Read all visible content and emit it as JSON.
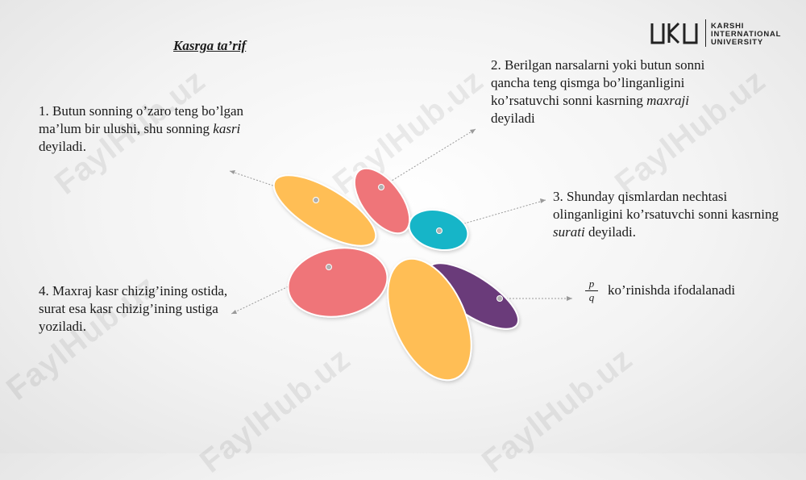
{
  "watermark": "FaylHub.uz",
  "logo": {
    "mark_text": "UKU",
    "lines": [
      "KARSHI",
      "INTERNATIONAL",
      "UNIVERSITY"
    ]
  },
  "title": "Kasrga ta’rif",
  "definitions": {
    "d1": {
      "pre": "1. Butun sonning o’zaro teng bo’lgan ma’lum bir ulushi, shu sonning ",
      "em": "kasri",
      "post": " deyiladi."
    },
    "d2": {
      "pre": "2. Berilgan narsalarni yoki butun sonni qancha teng qismga bo’linganligini ko’rsatuvchi sonni kasrning ",
      "em": "maxraji",
      "post": " deyiladi"
    },
    "d3": {
      "pre": "3. Shunday qismlardan nechtasi olinganligini ko’rsatuvchi sonni kasrning ",
      "em": "surati",
      "post": " deyiladi."
    },
    "d4": {
      "pre": "4. Maxraj kasr chizig’ining ostida, surat esa kasr chizig’ining ustiga yoziladi.",
      "em": "",
      "post": ""
    }
  },
  "fraction": {
    "numerator": "p",
    "denominator": "q",
    "text": "ko’rinishda ifodalanadi"
  },
  "colors": {
    "yellow": "#FFBE55",
    "red": "#EF7579",
    "teal": "#12B5C8",
    "purple": "#6B3A7A",
    "connector": "#9a9a9a"
  }
}
